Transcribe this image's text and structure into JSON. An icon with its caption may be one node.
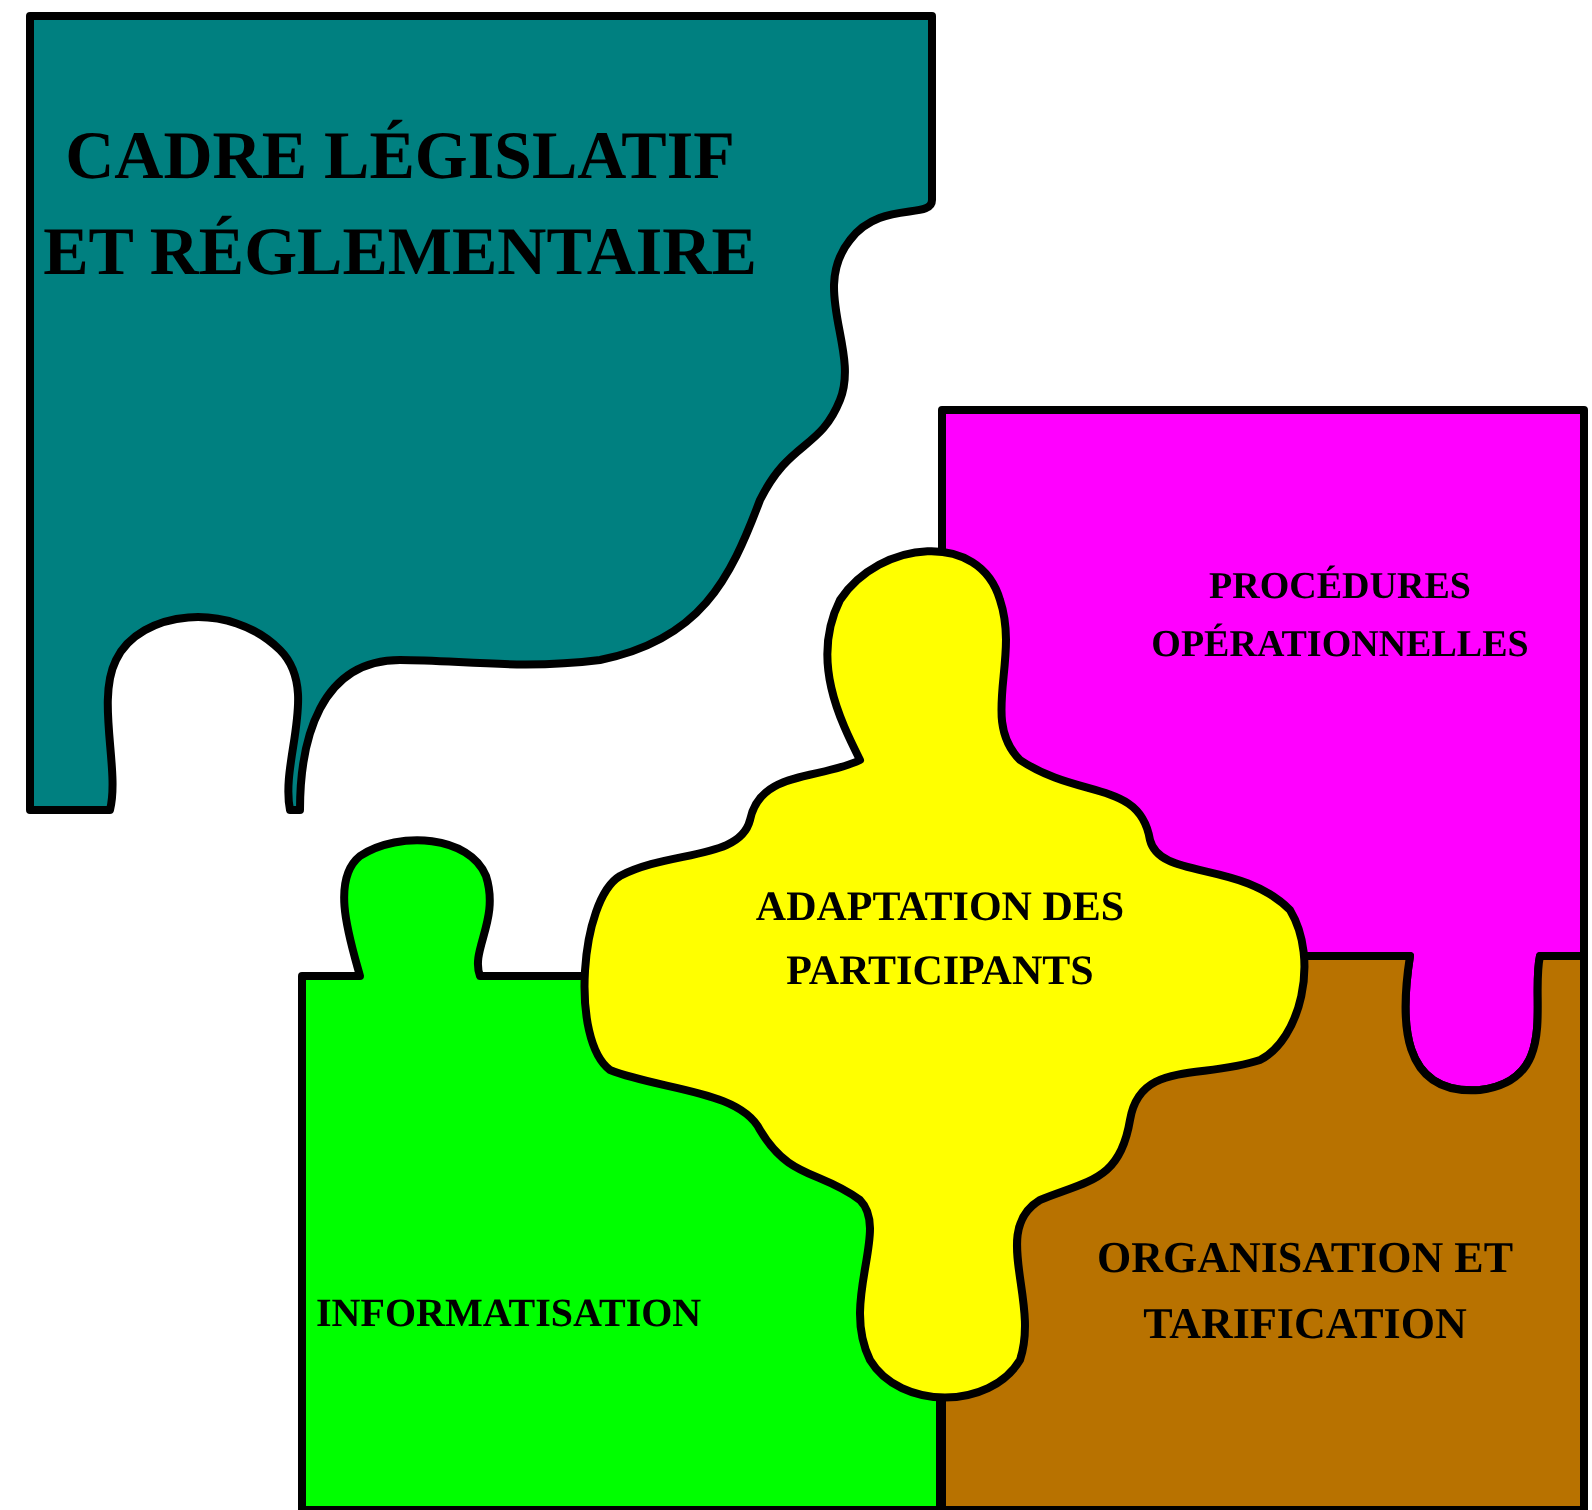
{
  "diagram": {
    "nodes": [
      {
        "text": [
          "CADRE LÉGISLATIF ET RÉGLEMENTAIRE"
        ]
      },
      {
        "text": [
          "PROCÉDURES OPÉRATIONNELLES"
        ]
      },
      {
        "text": [
          "ADAPTATION DES PARTICIPANTS"
        ]
      },
      {
        "text": [
          "INFORMATISATION"
        ]
      },
      {
        "text": [
          "ORGANISATION ET TARIFICATION"
        ]
      }
    ]
  }
}
